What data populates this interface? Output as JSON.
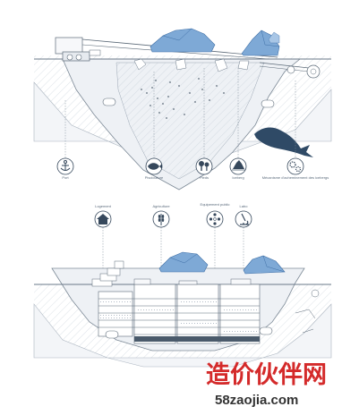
{
  "labels": {
    "port": "Port",
    "pisciculture": "Pisciculture",
    "fish_species": "Pieds",
    "iceberg": "Iceberg",
    "mechanism": "Mécanisme d'acheminement des icebergs",
    "housing": "Logement",
    "agriculture": "Agriculture",
    "public_equipment": "Equipement public",
    "lab": "Labo"
  },
  "watermark": {
    "cn": "造价伙伴网",
    "url": "58zaojia.com"
  },
  "icons": [
    "anchor-icon",
    "fish-icon",
    "tree-icon",
    "iceberg-icon",
    "gear-icon",
    "house-icon",
    "wheat-icon",
    "circles-icon",
    "microscope-icon"
  ],
  "colors": {
    "hull": "#eef1f5",
    "water": "#e4e9ef",
    "ice": "#7ea9d6",
    "ice_dark": "#3f6fa6",
    "whale": "#2f4a66",
    "icon": "#36485c",
    "watermark": "#d42a2a"
  }
}
